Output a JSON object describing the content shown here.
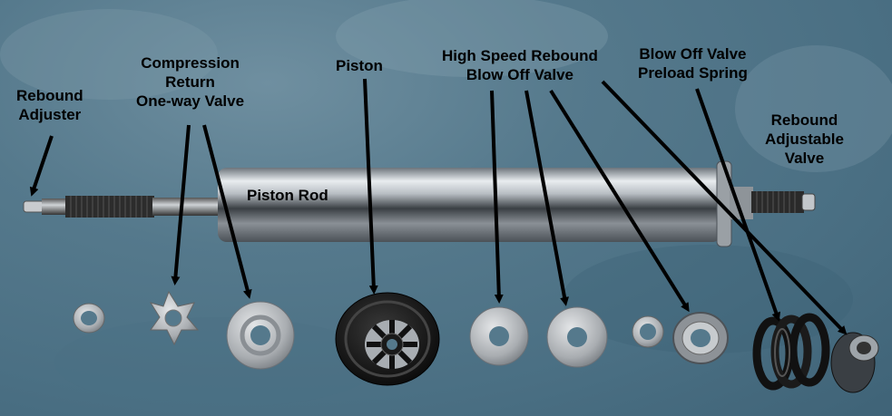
{
  "labels": {
    "rebound_adjuster": [
      "Rebound",
      "Adjuster"
    ],
    "compression_return": [
      "Compression",
      "Return",
      "One-way Valve"
    ],
    "piston": [
      "Piston"
    ],
    "piston_rod": [
      "Piston Rod"
    ],
    "high_speed_rebound": [
      "High Speed Rebound",
      "Blow Off Valve"
    ],
    "blow_off_spring": [
      "Blow Off Valve",
      "Preload Spring"
    ],
    "rebound_adjustable_valve": [
      "Rebound",
      "Adjustable",
      "Valve"
    ]
  },
  "colors": {
    "background": "#55798c",
    "label_text": "#000000",
    "arrow": "#000000",
    "metal": "#c9ccd0",
    "piston_black": "#1a1a1a"
  }
}
